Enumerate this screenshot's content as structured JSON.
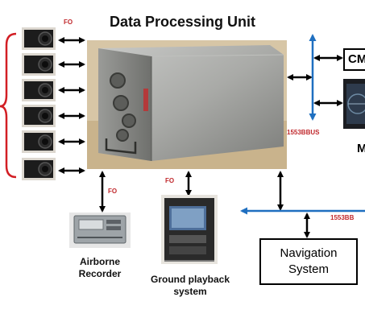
{
  "diagram": {
    "title": "Data Processing Unit",
    "fo_label_cameras": "FO",
    "fo_label_recorder": "FO",
    "fo_label_playback": "FO",
    "bus_label_right": "1553BBUS",
    "bus_label_bottom": "1553BB",
    "cm_box_label": "CM",
    "display_label_partial": "M",
    "navigation_system_line1": "Navigation",
    "navigation_system_line2": "System",
    "airborne_recorder_line1": "Airborne",
    "airborne_recorder_line2": "Recorder",
    "ground_playback_line1": "Ground playback",
    "ground_playback_line2": "system",
    "colors": {
      "fo_red": "#c0282c",
      "bus_blue": "#1f6fc0",
      "bracket_red": "#d21e24",
      "arrow_black": "#000000"
    }
  }
}
